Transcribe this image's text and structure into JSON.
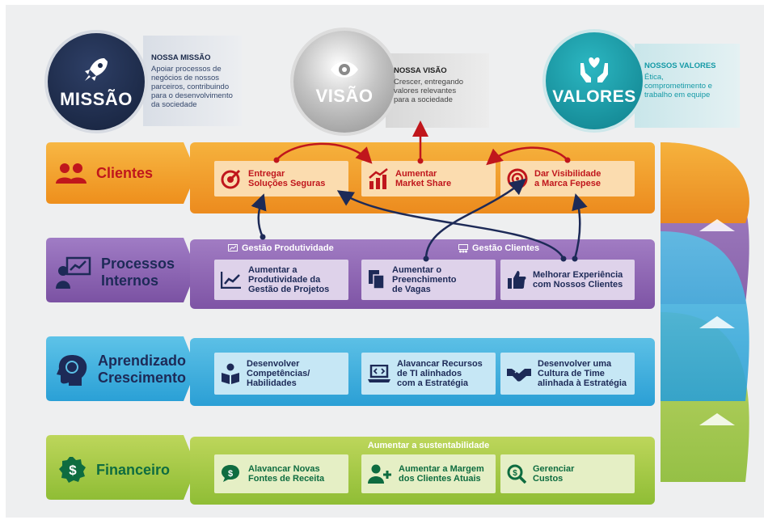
{
  "top": {
    "missao": {
      "label": "MISSÃO",
      "title": "NOSSA MISSÃO",
      "text": [
        "Apoiar processos de",
        "negócios de nossos",
        "parceiros, contribuindo",
        "para o desenvolvimento",
        "da sociedade"
      ]
    },
    "visao": {
      "label": "VISÃO",
      "title": "NOSSA VISÃO",
      "text": [
        "Crescer, entregando",
        "valores relevantes",
        "para a sociedade"
      ]
    },
    "valores": {
      "label": "VALORES",
      "title": "NOSSOS VALORES",
      "text": [
        "Ética,",
        "comprometimento e",
        "trabalho em equipe"
      ]
    }
  },
  "rows": {
    "clientes": {
      "label": "Clientes",
      "items": [
        [
          "Entregar",
          "Soluções Seguras"
        ],
        [
          "Aumentar",
          "Market Share"
        ],
        [
          "Dar Visibilidade",
          "a Marca Fepese"
        ]
      ]
    },
    "processos": {
      "label": [
        "Processos",
        "Internos"
      ],
      "sub1": "Gestão Produtividade",
      "sub2": "Gestão Clientes",
      "items": [
        [
          "Aumentar a",
          "Produtividade da",
          "Gestão de Projetos"
        ],
        [
          "Aumentar o",
          "Preenchimento",
          "de Vagas"
        ],
        [
          "Melhorar Experiência",
          "com Nossos Clientes"
        ]
      ]
    },
    "aprendizado": {
      "label": [
        "Aprendizado",
        "Crescimento"
      ],
      "items": [
        [
          "Desenvolver",
          "Competências/",
          "Habilidades"
        ],
        [
          "Alavancar Recursos",
          "de TI alinhados",
          "com a Estratégia"
        ],
        [
          "Desenvolver uma",
          "Cultura de Time",
          "alinhada à Estratégia"
        ]
      ]
    },
    "financeiro": {
      "label": "Financeiro",
      "sub": "Aumentar a sustentabilidade",
      "items": [
        [
          "Alavancar Novas",
          "Fontes de Receita"
        ],
        [
          "Aumentar a Margem",
          "dos Clientes Atuais"
        ],
        [
          "Gerenciar",
          "Custos"
        ]
      ]
    }
  },
  "colors": {
    "missao": "#1b2a4a",
    "visao": "#8a8a8a",
    "valores": "#159aa6",
    "clientes": "#f39a1e",
    "processos": "#8e62b0",
    "aprendizado": "#32aee0",
    "financeiro": "#9dc33b",
    "arrow_red": "#c0161c",
    "arrow_navy": "#1d2a57"
  }
}
